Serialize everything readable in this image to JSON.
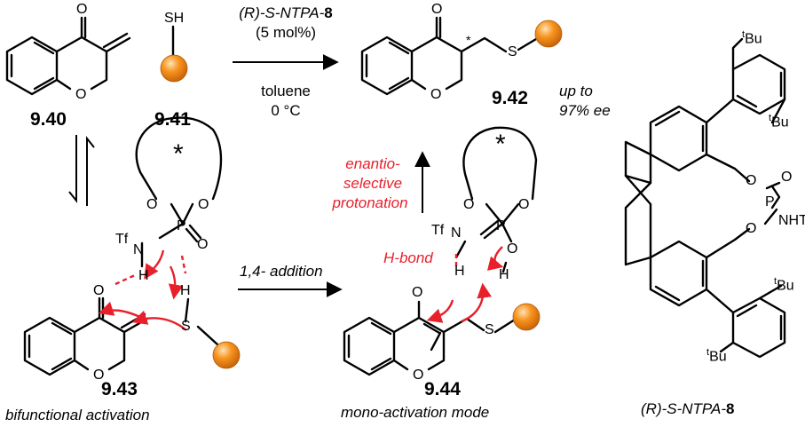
{
  "colors": {
    "bond": "#000000",
    "accent_red": "#e8202a",
    "bead_orange": "#f7941d"
  },
  "compounds": {
    "enone": "9.40",
    "thiol": "9.41",
    "product": "9.42",
    "ts_bifunctional": "9.43",
    "ts_mono": "9.44"
  },
  "top_reaction": {
    "catalyst_prefix": "(R)-S-NTPA-",
    "catalyst_num": "8",
    "loading": "(5 mol%)",
    "solvent": "toluene",
    "temperature": "0 °C",
    "ee_line1": "up to",
    "ee_line2": "97% ee"
  },
  "middle": {
    "addition": "1,4- addition",
    "protonation_l1": "enantio-",
    "protonation_l2": "selective",
    "protonation_l3": "protonation",
    "hbond": "H-bond"
  },
  "captions": {
    "bifunctional": "bifunctional activation",
    "mono": "mono-activation mode",
    "catalyst_prefix": "(R)-S-NTPA-",
    "catalyst_num": "8"
  },
  "atoms": {
    "O": "O",
    "S": "S",
    "SH": "SH",
    "H": "H",
    "N": "N",
    "P": "P",
    "Tf": "Tf",
    "NHTf": "NHTf",
    "star": "*",
    "tBu_sup": "t",
    "tBu_main": "Bu"
  }
}
